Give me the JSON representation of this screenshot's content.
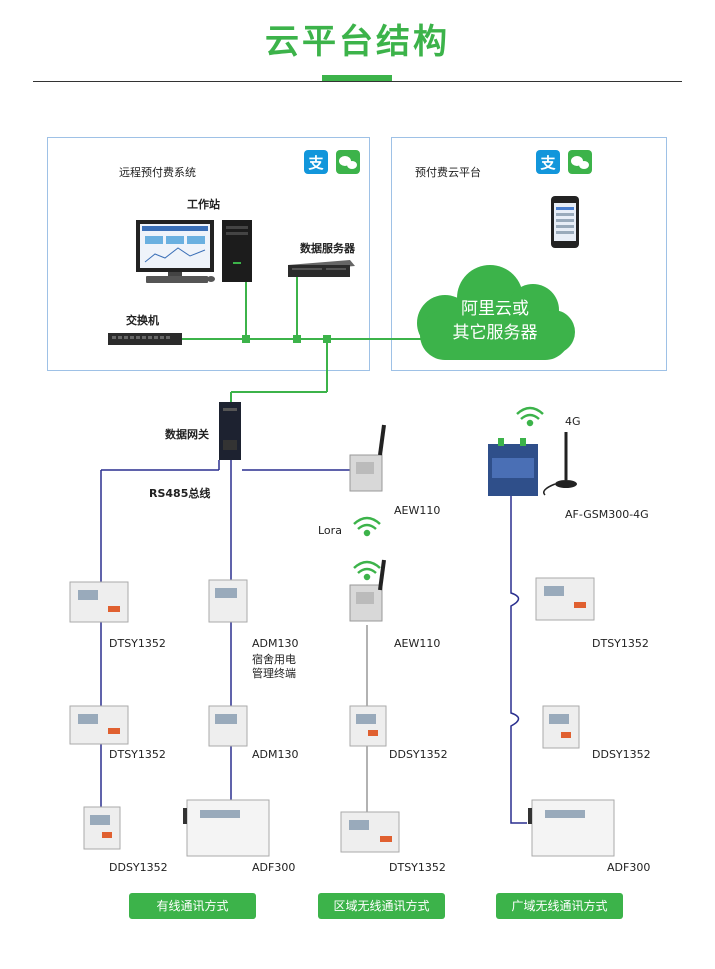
{
  "title": "云平台结构",
  "left_panel": {
    "title": "远程预付费系统",
    "workstation": "工作站",
    "data_server": "数据服务器",
    "switch": "交换机"
  },
  "right_panel": {
    "title": "预付费云平台"
  },
  "cloud": {
    "line1": "阿里云或",
    "line2": "其它服务器"
  },
  "gateway": "数据网关",
  "bus": "RS485总线",
  "wired": {
    "col1": [
      "DTSY1352",
      "DTSY1352",
      "DDSY1352"
    ],
    "col2_top_line1": "ADM130",
    "col2_top_line2": "宿舍用电",
    "col2_top_line3": "管理终端",
    "col2_mid": "ADM130",
    "col2_bottom": "ADF300"
  },
  "regional": {
    "aew_top": "AEW110",
    "lora": "Lora",
    "aew_bottom": "AEW110",
    "meter1": "DDSY1352",
    "meter2": "DTSY1352"
  },
  "wide": {
    "signal": "4G",
    "gsm": "AF-GSM300-4G",
    "meter1": "DTSY1352",
    "meter2": "DDSY1352",
    "meter3": "ADF300"
  },
  "buttons": {
    "wired": "有线通讯方式",
    "regional": "区域无线通讯方式",
    "wide": "广域无线通讯方式"
  },
  "colors": {
    "accent": "#3cb34a",
    "bus_line": "#2a2f8f",
    "panel_border": "#9ec1e6"
  }
}
